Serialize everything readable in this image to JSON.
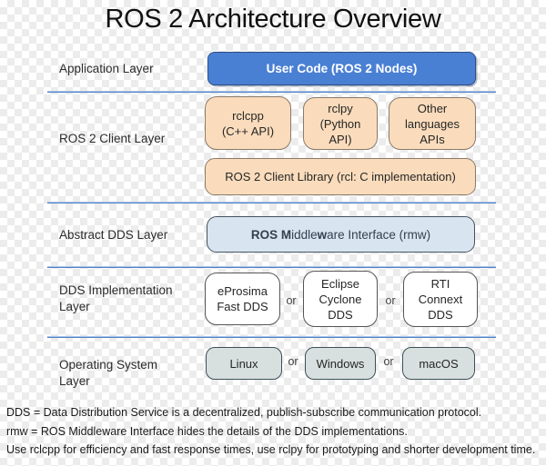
{
  "title": "ROS 2 Architecture Overview",
  "colors": {
    "user_code_blue": "#4a80d4",
    "client_peach": "#fadcbc",
    "rmw_light_blue": "#d8e5f1",
    "dds_white": "#ffffff",
    "os_gray": "#d7e0df",
    "separator_blue": "#4f81c8"
  },
  "layers": {
    "application": {
      "label": "Application Layer",
      "box": "User Code (ROS 2 Nodes)"
    },
    "client": {
      "label": "ROS 2 Client Layer",
      "boxes": [
        "rclcpp\n(C++ API)",
        "rclpy\n(Python\nAPI)",
        "Other\nlanguages\nAPIs"
      ],
      "library_box": "ROS 2 Client Library (rcl: C implementation)"
    },
    "abstract_dds": {
      "label": "Abstract DDS Layer",
      "box_seg_bold1": "ROS M",
      "box_seg_normal1": "iddle",
      "box_seg_bold2": "w",
      "box_seg_normal2": "are Interface (rmw)"
    },
    "dds_impl": {
      "label": "DDS Implementation\nLayer",
      "boxes": [
        "eProsima\nFast DDS",
        "Eclipse\nCyclone\nDDS",
        "RTI\nConnext\nDDS"
      ],
      "or": "or"
    },
    "os": {
      "label": "Operating System\nLayer",
      "boxes": [
        "Linux",
        "Windows",
        "macOS"
      ],
      "or": "or"
    }
  },
  "footnotes": [
    "DDS = Data Distribution Service is a decentralized, publish-subscribe communication protocol.",
    "rmw = ROS Middleware Interface hides the details of the DDS implementations.",
    "Use rclcpp for efficiency and fast response times, use rclpy for prototyping and shorter development time."
  ]
}
